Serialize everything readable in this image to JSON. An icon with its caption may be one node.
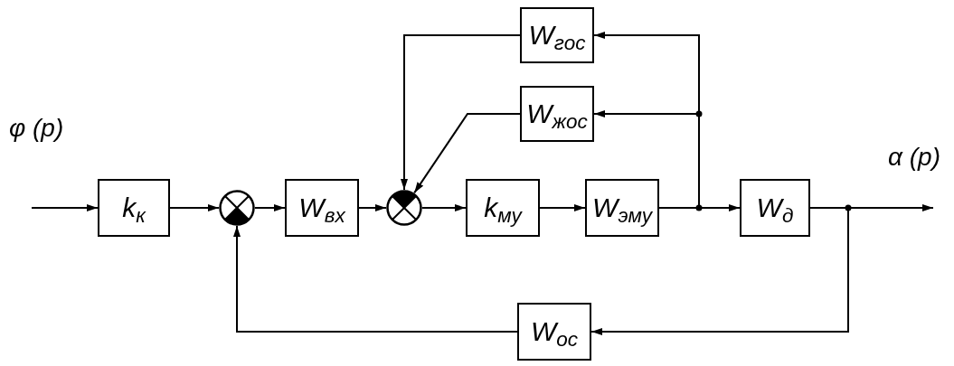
{
  "diagram": {
    "nodes": [
      {
        "text": [
          "k$_{к}$"
        ]
      },
      {
        "text": [],
        "shape": "circle"
      },
      {
        "text": [
          "W$_{вх}$"
        ]
      },
      {
        "text": [],
        "shape": "circle"
      },
      {
        "text": [
          "k$_{му}$"
        ]
      },
      {
        "text": [
          "W$_{эму}$"
        ]
      },
      {
        "text": [
          "W$_{д}$"
        ]
      },
      {
        "text": [
          "W$_{гос}$"
        ]
      },
      {
        "text": [
          "W$_{жос}$"
        ]
      },
      {
        "text": [
          "W$_{ос}$"
        ]
      }
    ],
    "edges": [
      {
        "from": null,
        "to": 0,
        "arrow": "to"
      },
      {
        "from": 0,
        "to": 1,
        "arrow": "to"
      },
      {
        "from": 1,
        "to": 2,
        "arrow": "to"
      },
      {
        "from": 2,
        "to": 3,
        "arrow": "to"
      },
      {
        "from": 3,
        "to": 4,
        "arrow": "to"
      },
      {
        "from": 4,
        "to": 5,
        "arrow": "to"
      },
      {
        "from": 5,
        "to": 6,
        "arrow": "to"
      },
      {
        "from": 5,
        "to": 7,
        "arrow": "to"
      },
      {
        "from": 5,
        "to": 8,
        "arrow": "to"
      },
      {
        "from": 7,
        "to": 3,
        "arrow": "to"
      },
      {
        "from": 8,
        "to": 3,
        "arrow": "to"
      },
      {
        "from": 6,
        "to": null,
        "arrow": "to"
      },
      {
        "from": 6,
        "to": 9,
        "arrow": "to"
      },
      {
        "from": 9,
        "to": 1,
        "arrow": "to"
      }
    ],
    "labels": [
      "φ (p)",
      "α (p)"
    ]
  }
}
